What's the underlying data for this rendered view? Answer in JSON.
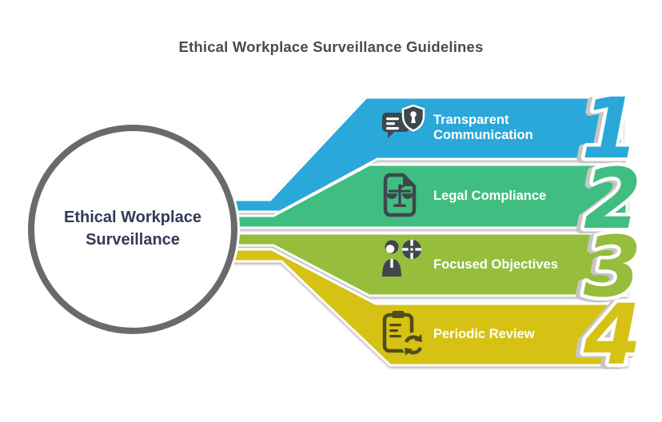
{
  "title": "Ethical Workplace Surveillance Guidelines",
  "center": {
    "label": "Ethical Workplace Surveillance"
  },
  "colors": {
    "title_text": "#4B4B4B",
    "ring_gray": "#6A6A6A",
    "center_text": "#333A54",
    "label_text": "#FFFFFF"
  },
  "items": [
    {
      "number": "1",
      "label": "Transparent Communication",
      "color": "#2AA8DA",
      "icon": "chat-shield-icon",
      "icon_color": "#3E474B"
    },
    {
      "number": "2",
      "label": "Legal Compliance",
      "color": "#40BE82",
      "icon": "document-scales-icon",
      "icon_color": "#3E474B"
    },
    {
      "number": "3",
      "label": "Focused Objectives",
      "color": "#96BE3C",
      "icon": "person-target-icon",
      "icon_color": "#3E474B"
    },
    {
      "number": "4",
      "label": "Periodic Review",
      "color": "#D5C214",
      "icon": "clipboard-refresh-icon",
      "icon_color": "#514D1B"
    }
  ]
}
